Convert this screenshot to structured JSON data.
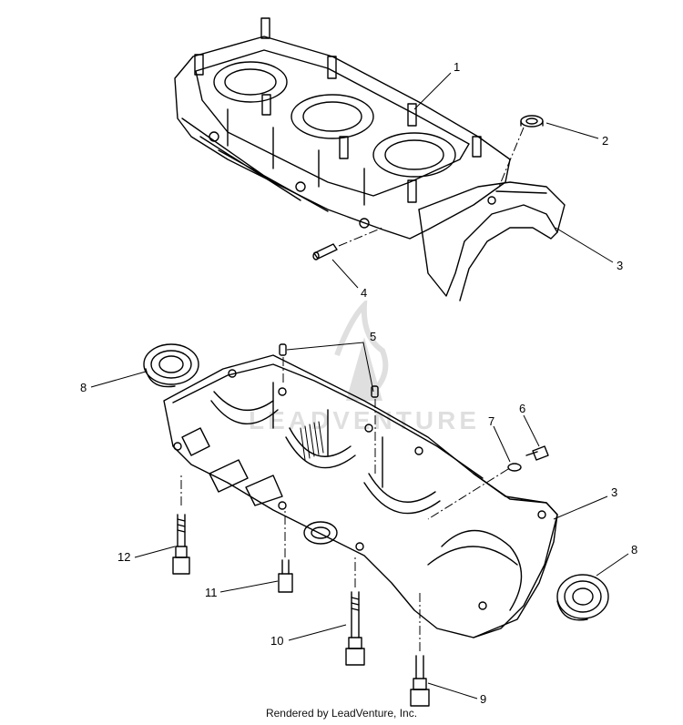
{
  "callouts": {
    "c1": "1",
    "c2": "2",
    "c3_upper": "3",
    "c4": "4",
    "c5": "5",
    "c6": "6",
    "c7": "7",
    "c8_left": "8",
    "c3_lower": "3",
    "c8_right": "8",
    "c12": "12",
    "c11": "11",
    "c10": "10",
    "c9": "9"
  },
  "watermark": {
    "text": "LEADVENTURE"
  },
  "footer": {
    "text": "Rendered by LeadVenture, Inc."
  }
}
